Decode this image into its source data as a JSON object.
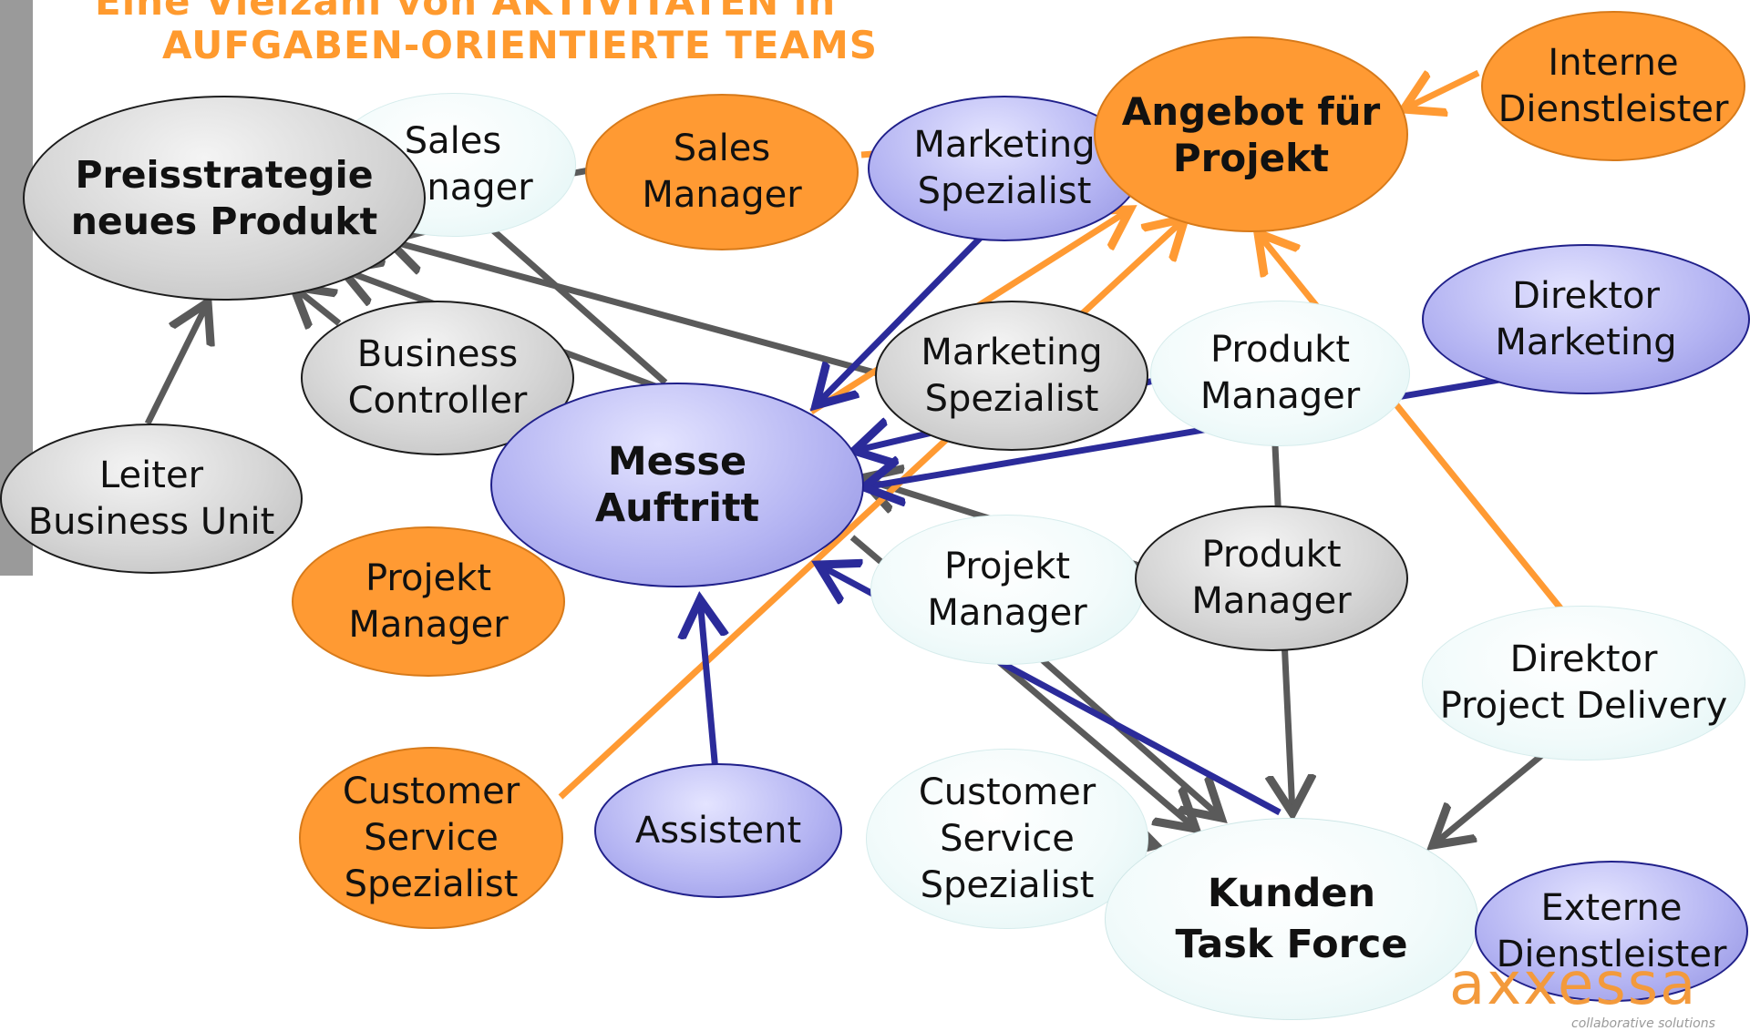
{
  "title": {
    "line1": "Eine Vielzahl von AKTIVITÄTEN in",
    "line2": "AUFGABEN-ORIENTIERTE TEAMS"
  },
  "colors": {
    "title": "#ff9a2e",
    "grey_arrow": "#5a5a5a",
    "orange_arrow": "#ff9a33",
    "blue_arrow": "#2b2b9a"
  },
  "nodes": {
    "sales_manager_cyan": "Sales\nManager",
    "preisstrategie": "Preisstrategie\nneues Produkt",
    "sales_manager_orange": "Sales\nManager",
    "marketing_spezialist_purple": "Marketing\nSpezialist",
    "angebot": "Angebot für\nProjekt",
    "interne_dienstleister": "Interne\nDienstleister",
    "business_controller": "Business\nController",
    "marketing_spezialist_grey": "Marketing\nSpezialist",
    "produkt_manager_cyan": "Produkt\nManager",
    "direktor_marketing": "Direktor\nMarketing",
    "leiter_business_unit": "Leiter\nBusiness Unit",
    "messe": "Messe\nAuftritt",
    "projekt_manager_orange": "Projekt\nManager",
    "projekt_manager_cyan": "Projekt\nManager",
    "produkt_manager_grey": "Produkt\nManager",
    "direktor_project_delivery": "Direktor\nProject Delivery",
    "customer_service_orange": "Customer\nService\nSpezialist",
    "assistent": "Assistent",
    "customer_service_cyan": "Customer\nService\nSpezialist",
    "kunden_task_force": "Kunden\nTask Force",
    "externe_dienstleister": "Externe\nDienstleister"
  },
  "logo": {
    "name": "axxessa",
    "tagline": "collaborative solutions"
  }
}
